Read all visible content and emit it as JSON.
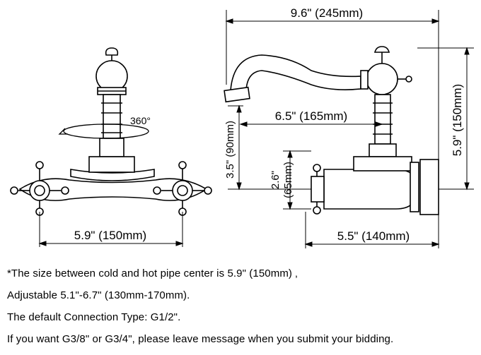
{
  "diagram": {
    "dimensions": {
      "overall_width": "9.6\" (245mm)",
      "spout_reach": "6.5\" (165mm)",
      "total_height": "5.9\" (150mm)",
      "spout_height": "3.5\" (90mm)",
      "body_height_inches": "2.6\"",
      "body_height_mm": "(65mm)",
      "front_center_spacing": "5.9\" (150mm)",
      "side_depth": "5.5\" (140mm)"
    },
    "rotation_label": "360°"
  },
  "notes": [
    "*The size between cold and hot pipe center is 5.9\" (150mm) ‚",
    "Adjustable 5.1\"-6.7\" (130mm-170mm).",
    "The default Connection Type: G1/2\".",
    "If you want G3/8\" or G3/4\", please leave message when you submit your bidding."
  ]
}
